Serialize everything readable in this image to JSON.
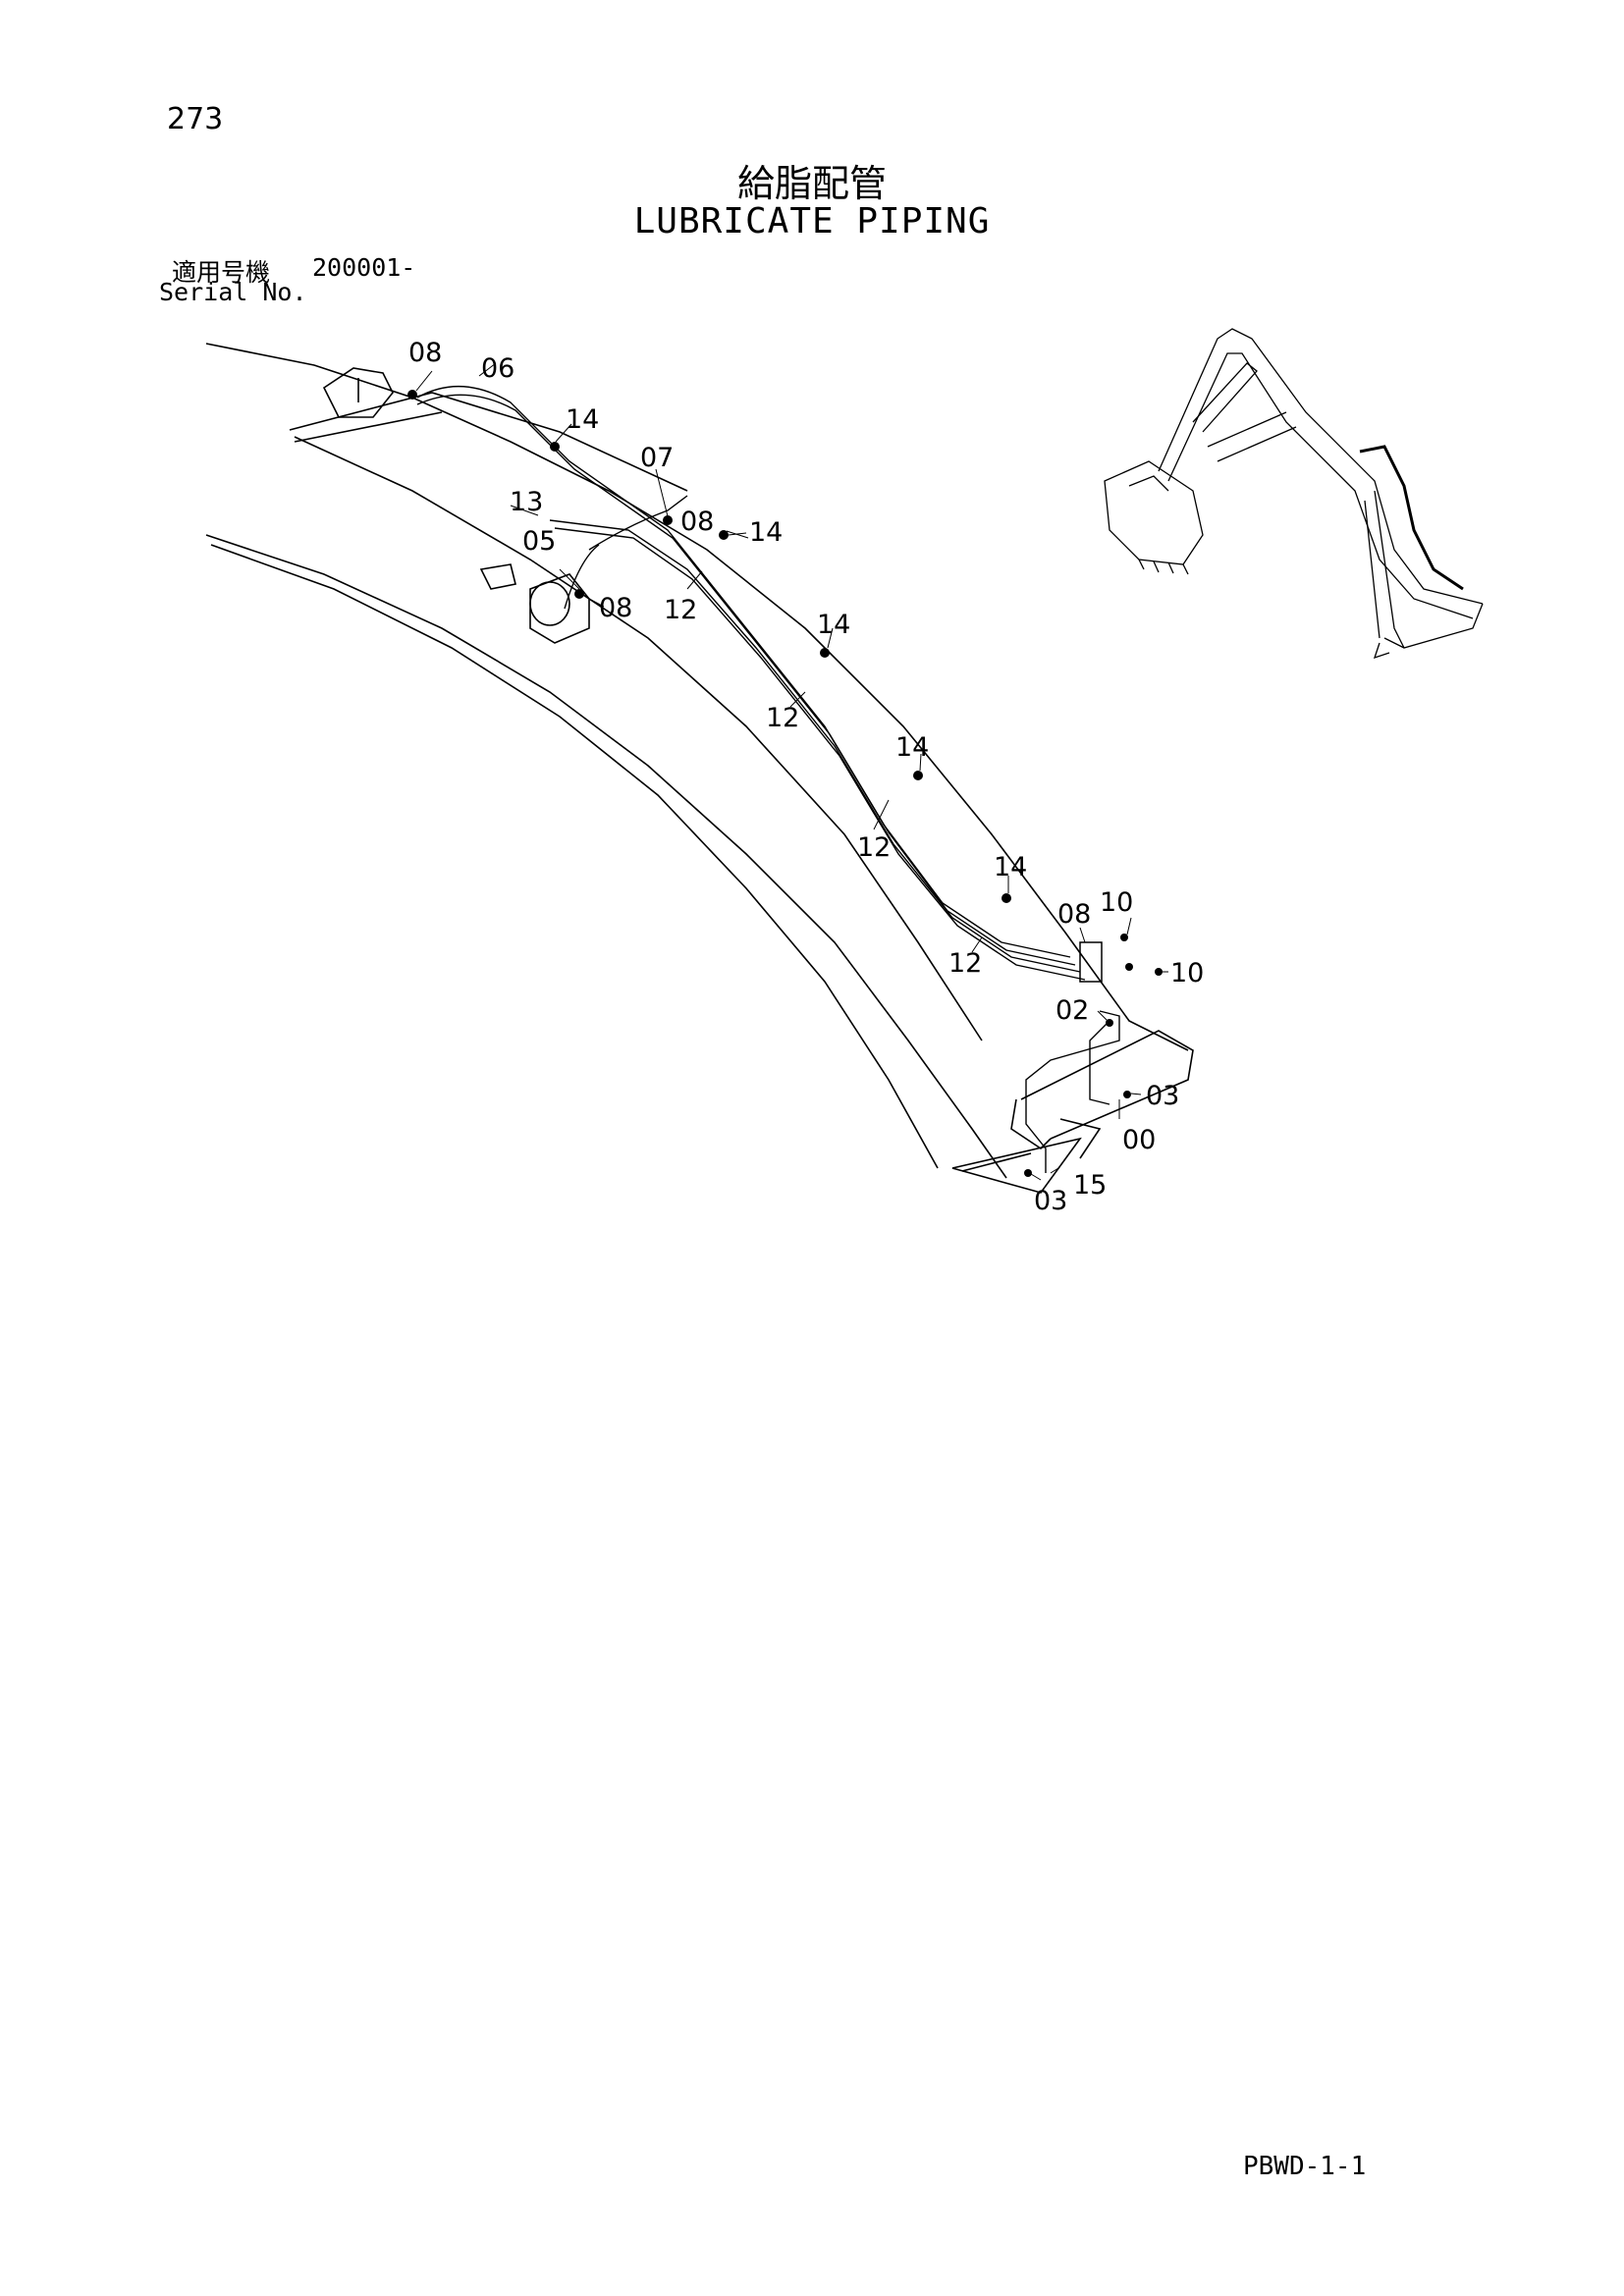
{
  "page_number": "273",
  "title_jp": "給脂配管",
  "title_en": "LUBRICATE PIPING",
  "serial": {
    "label_jp": "適用号機",
    "value": "200001-",
    "label_en": "Serial No."
  },
  "footer_code": "PBWD-1-1",
  "callouts": [
    "08",
    "06",
    "14",
    "07",
    "13",
    "08",
    "14",
    "05",
    "12",
    "08",
    "14",
    "12",
    "14",
    "12",
    "14",
    "08",
    "10",
    "12",
    "10",
    "02",
    "03",
    "00",
    "03",
    "15"
  ]
}
